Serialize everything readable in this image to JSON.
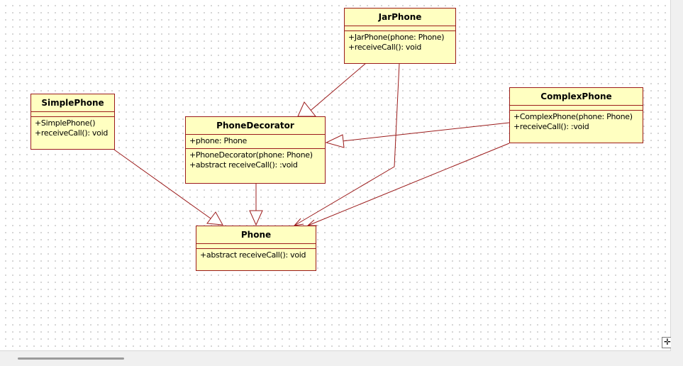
{
  "diagram": {
    "classes": [
      {
        "id": "jarphone",
        "name": "JarPhone",
        "attributes": [],
        "operations": [
          "+JarPhone(phone: Phone)",
          "+receiveCall(): void"
        ]
      },
      {
        "id": "simplephone",
        "name": "SimplePhone",
        "attributes": [],
        "operations": [
          "+SimplePhone()",
          "+receiveCall(): void"
        ]
      },
      {
        "id": "phonedecorator",
        "name": "PhoneDecorator",
        "attributes": [
          "+phone: Phone"
        ],
        "operations": [
          "+PhoneDecorator(phone: Phone)",
          "+abstract receiveCall(): :void"
        ]
      },
      {
        "id": "complexphone",
        "name": "ComplexPhone",
        "attributes": [],
        "operations": [
          "+ComplexPhone(phone: Phone)",
          "+receiveCall(): :void"
        ]
      },
      {
        "id": "phone",
        "name": "Phone",
        "attributes": [],
        "operations": [
          "+abstract receiveCall(): void"
        ]
      }
    ],
    "relations": [
      {
        "from": "jarphone",
        "to": "phonedecorator",
        "type": "generalization"
      },
      {
        "from": "jarphone",
        "to": "phone",
        "type": "association"
      },
      {
        "from": "simplephone",
        "to": "phone",
        "type": "generalization"
      },
      {
        "from": "phonedecorator",
        "to": "phone",
        "type": "generalization"
      },
      {
        "from": "complexphone",
        "to": "phonedecorator",
        "type": "generalization"
      },
      {
        "from": "complexphone",
        "to": "phone",
        "type": "association"
      }
    ],
    "colors": {
      "box_fill": "#ffffc1",
      "border": "#9b1b1b",
      "edge": "#9b1b1b"
    }
  },
  "ui": {
    "corner_button_icon": "move-icon",
    "corner_button_glyph": "✛"
  }
}
